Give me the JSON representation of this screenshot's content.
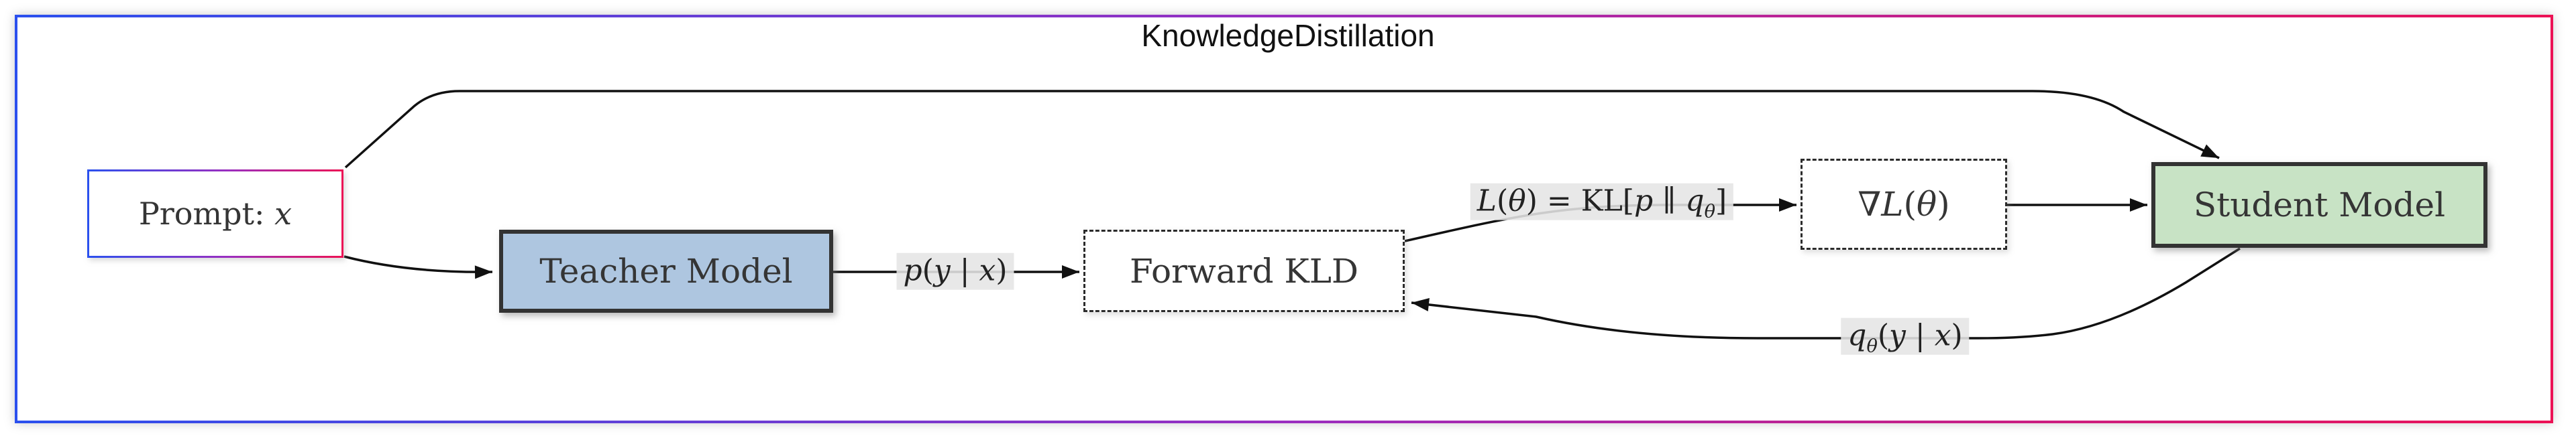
{
  "colors": {
    "frame-blue": "#2b50ee",
    "frame-purple": "#9a2ec0",
    "frame-crimson": "#ec1255",
    "teacher-fill": "#aec6e0",
    "student-fill": "#c8e3c5",
    "node-border": "#333333",
    "dashed-border": "#2b2b2b",
    "arrow": "#111111",
    "label-bg": "rgba(229,229,229,0.88)"
  },
  "title": "KnowledgeDistillation",
  "nodes": {
    "prompt": {
      "segments": [
        {
          "text": "Prompt: "
        },
        {
          "text": "x",
          "it": true
        }
      ]
    },
    "teacher": {
      "label": "Teacher Model"
    },
    "forward_kld": {
      "label": "Forward KLD"
    },
    "grad": {
      "segments": [
        {
          "text": "∇"
        },
        {
          "text": "L",
          "it": true
        },
        {
          "text": "("
        },
        {
          "text": "θ",
          "it": true
        },
        {
          "text": ")"
        }
      ]
    },
    "student": {
      "label": "Student Model"
    }
  },
  "edge_labels": {
    "teacher_output": {
      "segments": [
        {
          "text": "p",
          "it": true
        },
        {
          "text": "("
        },
        {
          "text": "y",
          "it": true
        },
        {
          "text": " | "
        },
        {
          "text": "x",
          "it": true
        },
        {
          "text": ")"
        }
      ]
    },
    "loss": {
      "segments": [
        {
          "text": "L",
          "it": true
        },
        {
          "text": "("
        },
        {
          "text": "θ",
          "it": true
        },
        {
          "text": ") = KL["
        },
        {
          "text": "p",
          "it": true
        },
        {
          "text": " ∥ "
        },
        {
          "text": "q",
          "it": true
        },
        {
          "text": "θ",
          "it": true,
          "sub": true
        },
        {
          "text": "]"
        }
      ]
    },
    "student_output": {
      "segments": [
        {
          "text": "q",
          "it": true
        },
        {
          "text": "θ",
          "it": true,
          "sub": true
        },
        {
          "text": "("
        },
        {
          "text": "y",
          "it": true
        },
        {
          "text": " | "
        },
        {
          "text": "x",
          "it": true
        },
        {
          "text": ")"
        }
      ]
    }
  }
}
